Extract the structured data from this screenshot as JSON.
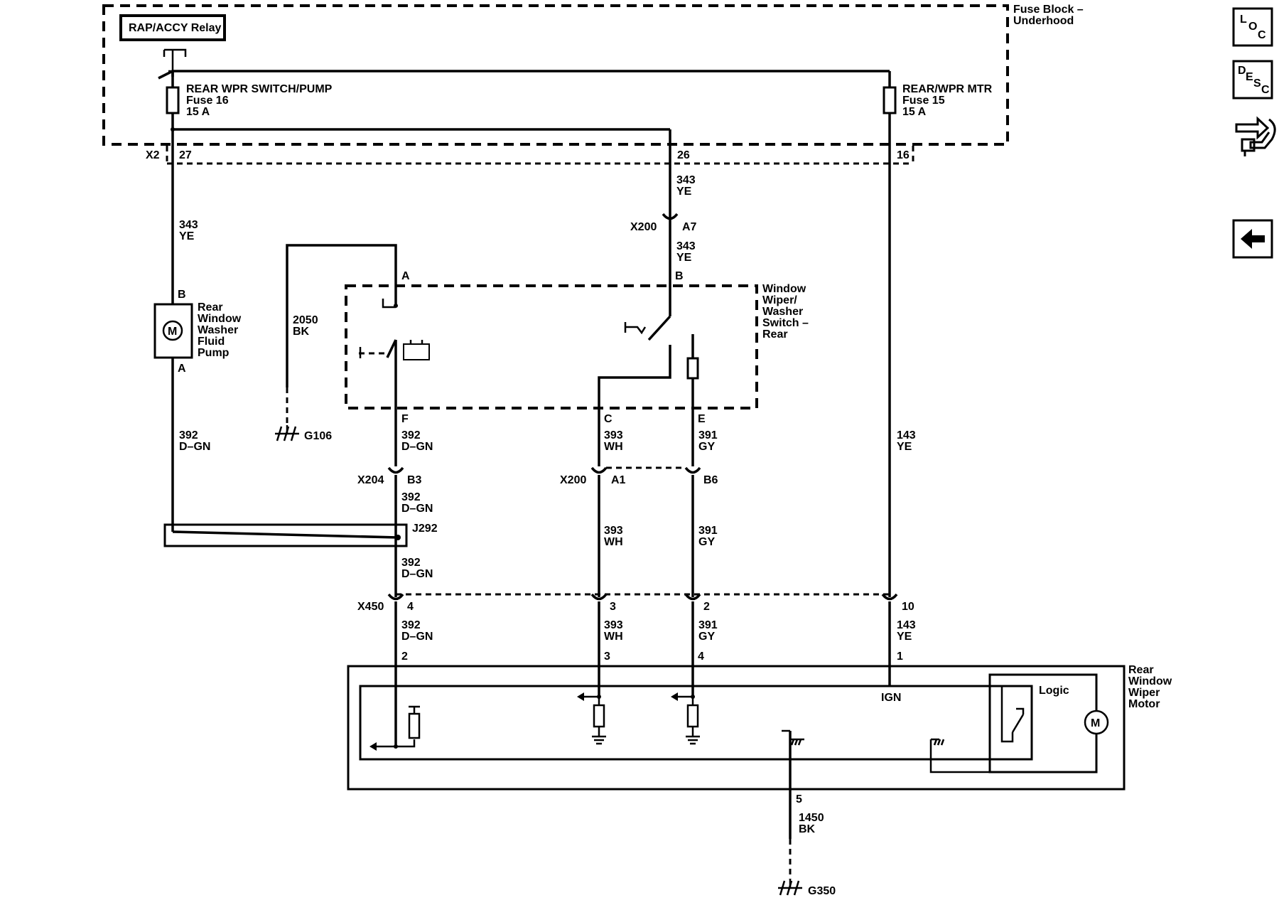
{
  "relay": {
    "label": "RAP/ACCY Relay"
  },
  "fuse_block": {
    "label_line1": "Fuse Block –",
    "label_line2": "Underhood",
    "connector": "X2"
  },
  "fuse16": {
    "line1": "REAR WPR SWITCH/PUMP",
    "line2": "Fuse 16",
    "line3": "15 A"
  },
  "fuse15": {
    "line1": "REAR/WPR MTR",
    "line2": "Fuse 15",
    "line3": "15 A"
  },
  "pins": {
    "x2_27": "27",
    "x2_26": "26",
    "x2_16": "16",
    "x200_a7": "A7",
    "sw_a": "A",
    "sw_b": "B",
    "sw_f": "F",
    "sw_c": "C",
    "sw_e": "E",
    "x204_b3": "B3",
    "x200_a1": "A1",
    "x200_b6": "B6",
    "x450_4": "4",
    "x450_3": "3",
    "x450_2": "2",
    "x450_10": "10",
    "m_2": "2",
    "m_3": "3",
    "m_4": "4",
    "m_1": "1",
    "m_5": "5",
    "pump_b": "B",
    "pump_a": "A"
  },
  "connectors": {
    "x200_top": "X200",
    "x204": "X204",
    "x200_mid": "X200",
    "x450": "X450",
    "j292": "J292"
  },
  "wires": {
    "c343": "343",
    "ye": "YE",
    "c392": "392",
    "dgn": "D–GN",
    "c393": "393",
    "wh": "WH",
    "c391": "391",
    "gy": "GY",
    "c143": "143",
    "c2050": "2050",
    "bk": "BK",
    "c1450": "1450"
  },
  "pump": {
    "symbol": "M",
    "line1": "Rear",
    "line2": "Window",
    "line3": "Washer",
    "line4": "Fluid",
    "line5": "Pump"
  },
  "switch": {
    "line1": "Window",
    "line2": "Wiper/",
    "line3": "Washer",
    "line4": "Switch –",
    "line5": "Rear"
  },
  "motor": {
    "line1": "Rear",
    "line2": "Window",
    "line3": "Wiper",
    "line4": "Motor",
    "ign": "IGN",
    "logic": "Logic",
    "symbol": "M"
  },
  "grounds": {
    "g106": "G106",
    "g350": "G350"
  },
  "nav": {
    "loc": [
      "L",
      "O",
      "C"
    ],
    "desc": [
      "D",
      "E",
      "S",
      "C"
    ],
    "connector_icon": "connector-wrench-icon",
    "back_icon": "back-arrow-icon"
  }
}
